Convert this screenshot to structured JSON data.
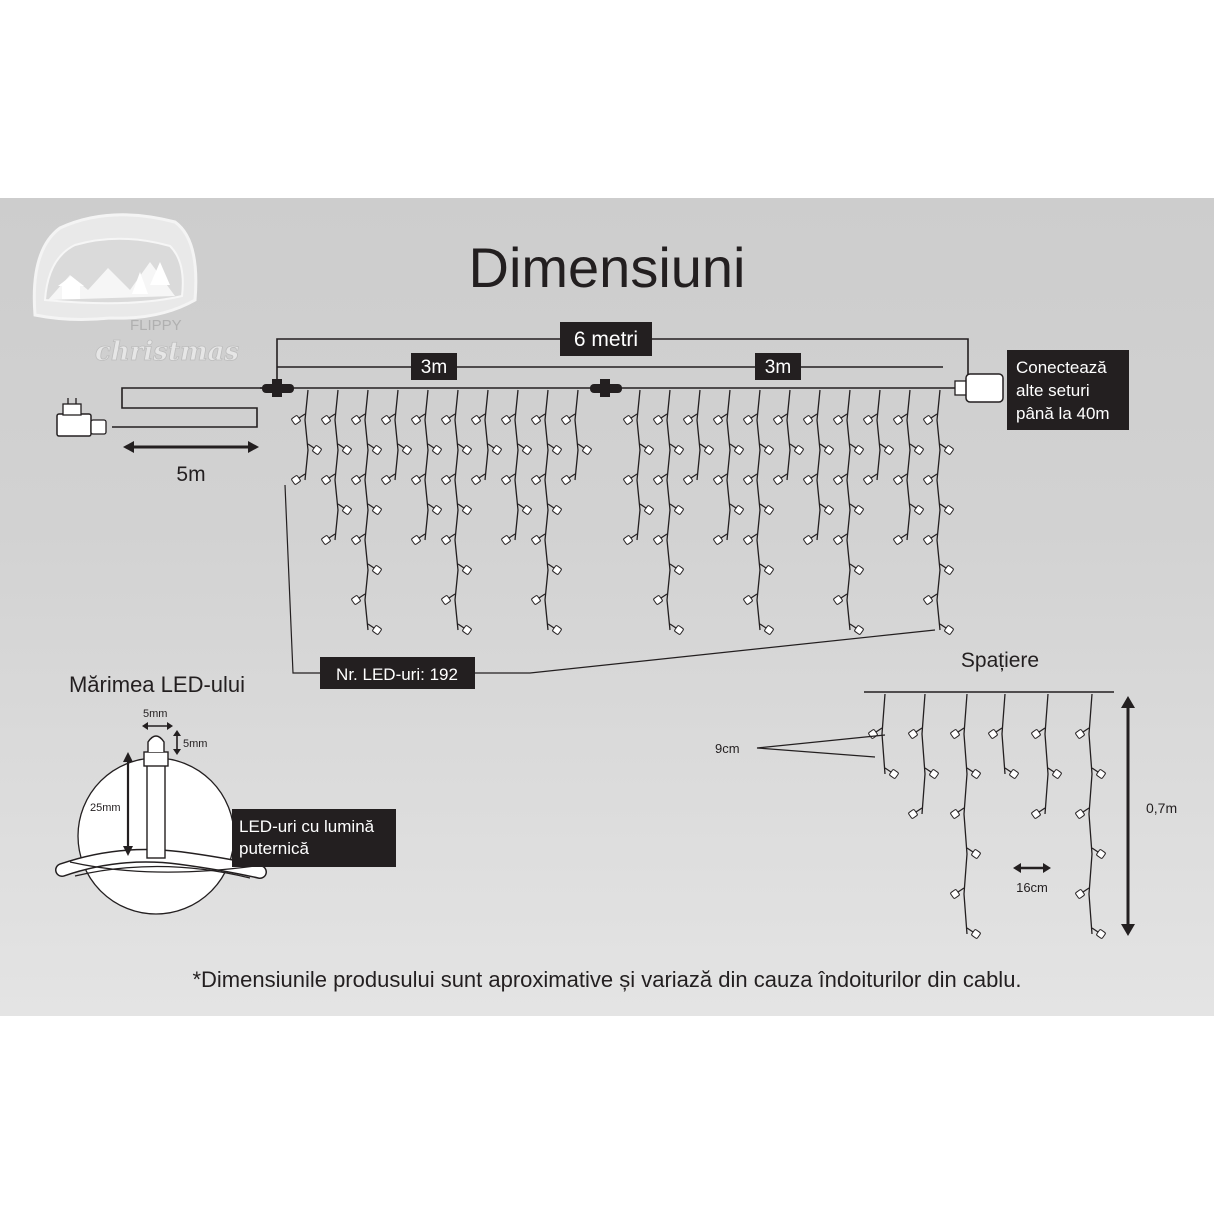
{
  "title": "Dimensiuni",
  "logo": {
    "brand_top": "FLIPPY",
    "brand_bottom": "christmas"
  },
  "labels": {
    "total_length": "6 metri",
    "segment_left": "3m",
    "segment_right": "3m",
    "lead_cable": "5m",
    "connect_info": [
      "Conectează",
      "alte seturi",
      "până la 40m"
    ],
    "led_count": "Nr. LED-uri: 192",
    "led_size_title": "Mărimea LED-ului",
    "led_width": "5mm",
    "led_height": "5mm",
    "led_stem": "25mm",
    "led_type": [
      "LED-uri cu lumină",
      "puternică"
    ],
    "spacing_title": "Spațiere",
    "vertical_spacing": "9cm",
    "horizontal_spacing": "16cm",
    "drop_height": "0,7m",
    "disclaimer": "*Dimensiunile produsului sunt aproximative și variază din cauza îndoiturilor din cablu."
  },
  "icons": [
    "power-adapter-icon",
    "end-connector-icon",
    "led-bulb-icon",
    "flippy-christmas-logo"
  ],
  "colors": {
    "background": "#cfcfcf",
    "ink": "#231f20",
    "label_box": "#231f20",
    "label_text": "#ffffff"
  }
}
